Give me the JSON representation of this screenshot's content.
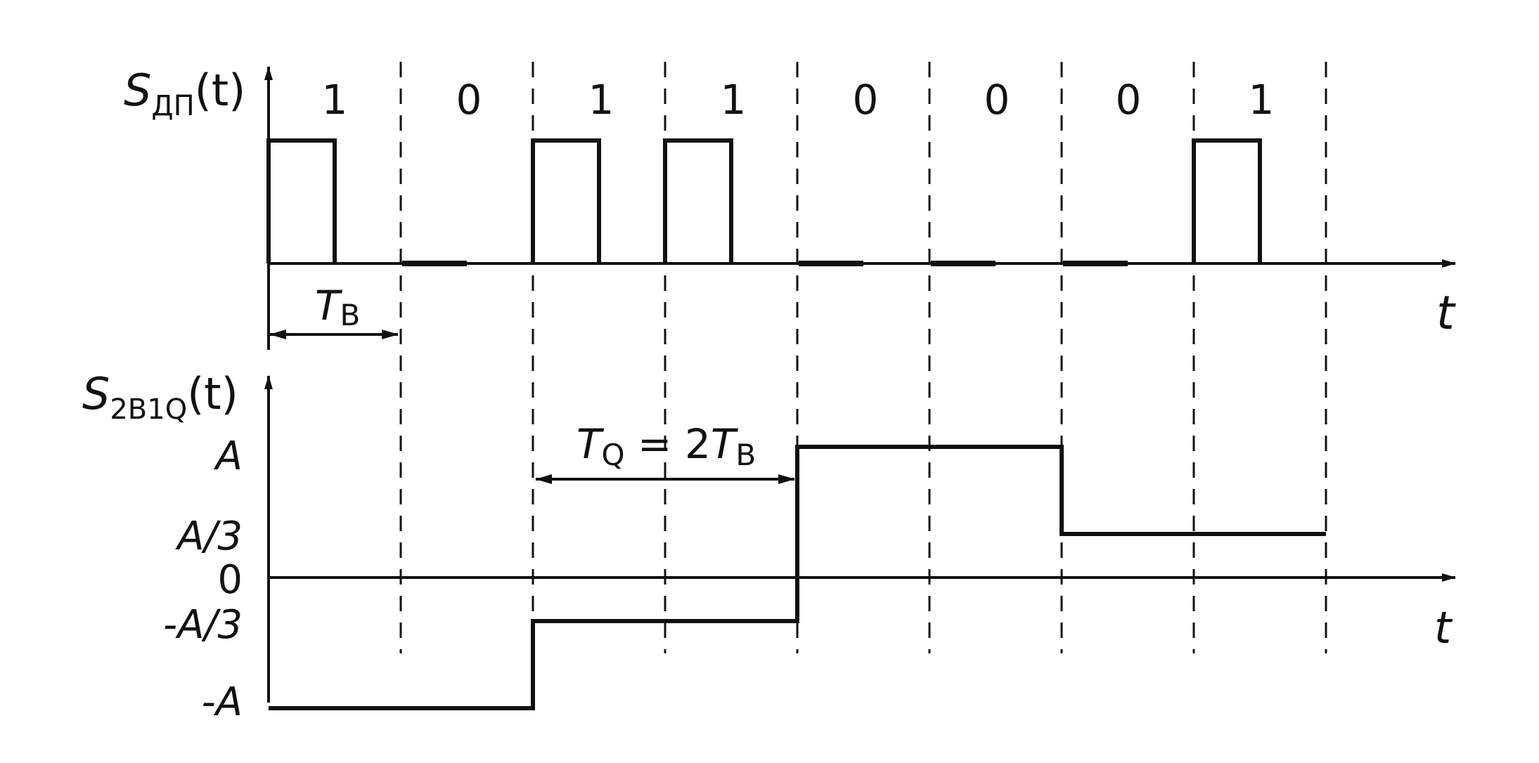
{
  "colors": {
    "ink": "#111111",
    "background": "#ffffff"
  },
  "top_signal": {
    "symbol": "S",
    "subscript": "ДП",
    "arg": "(t)",
    "time_label": "t",
    "bits": [
      "1",
      "0",
      "1",
      "1",
      "0",
      "0",
      "0",
      "1"
    ],
    "period_symbol": "T",
    "period_subscript": "B"
  },
  "bottom_signal": {
    "symbol": "S",
    "subscript": "2B1Q",
    "arg": "(t)",
    "time_label": "t",
    "levels": [
      "A",
      "A/3",
      "0",
      "-A/3",
      "-A"
    ],
    "period_annotation": {
      "lhs_symbol": "T",
      "lhs_subscript": "Q",
      "equals": " = 2",
      "rhs_symbol": "T",
      "rhs_subscript": "B"
    }
  },
  "chart_data": {
    "type": "line",
    "title": "",
    "series": [
      {
        "name": "S_ДП(t)",
        "bit_periods": 8,
        "bits": [
          1,
          0,
          1,
          1,
          0,
          0,
          0,
          1
        ],
        "pulse_fraction": 0.5
      },
      {
        "name": "S_2B1Q(t)",
        "symbol_periods_in_bits": 2,
        "symbols": [
          -1,
          -0.3333,
          1,
          0.3333
        ]
      }
    ]
  }
}
